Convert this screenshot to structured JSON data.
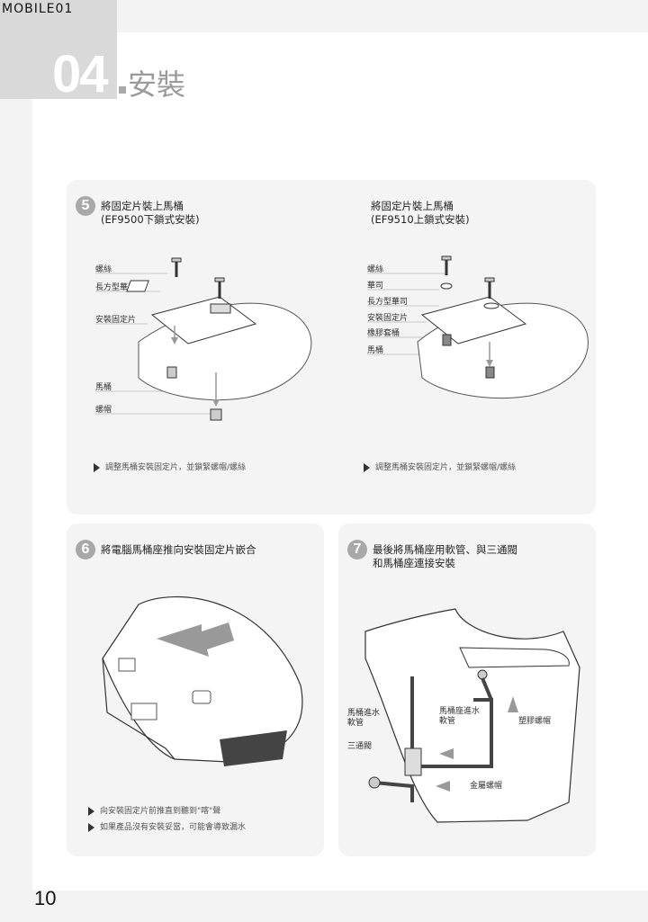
{
  "header": {
    "logo": "MOBILE01",
    "section_number": "04",
    "section_title": "安裝"
  },
  "step5": {
    "number": "5",
    "left": {
      "title": "將固定片裝上馬桶\n(EF9500下鎖式安裝)",
      "labels": [
        "螺絲",
        "長方型華司",
        "安裝固定片",
        "馬桶",
        "螺帽"
      ],
      "note": "調整馬桶安裝固定片，並鎖緊螺帽/螺絲"
    },
    "right": {
      "title": "將固定片裝上馬桶\n(EF9510上鎖式安裝)",
      "labels": [
        "螺絲",
        "華司",
        "長方型華司",
        "安裝固定片",
        "橡膠套桶",
        "馬桶"
      ],
      "note": "調整馬桶安裝固定片，並鎖緊螺帽/螺絲"
    }
  },
  "step6": {
    "number": "6",
    "title": "將電腦馬桶座推向安裝固定片嵌合",
    "notes": [
      "向安裝固定片前推直到聽到\"喀\"聲",
      "如果產品沒有安裝妥當，可能會導致漏水"
    ]
  },
  "step7": {
    "number": "7",
    "title": "最後將馬桶座用軟管、與三通閥\n和馬桶座連接安裝",
    "labels": {
      "toilet_inlet": "馬桶進水\n軟管",
      "seat_inlet": "馬桶座進水\n軟管",
      "tee_valve": "三通閥",
      "plastic_nut": "塑膠螺帽",
      "metal_nut": "金屬螺帽"
    }
  },
  "footer": {
    "page_number": "10"
  }
}
